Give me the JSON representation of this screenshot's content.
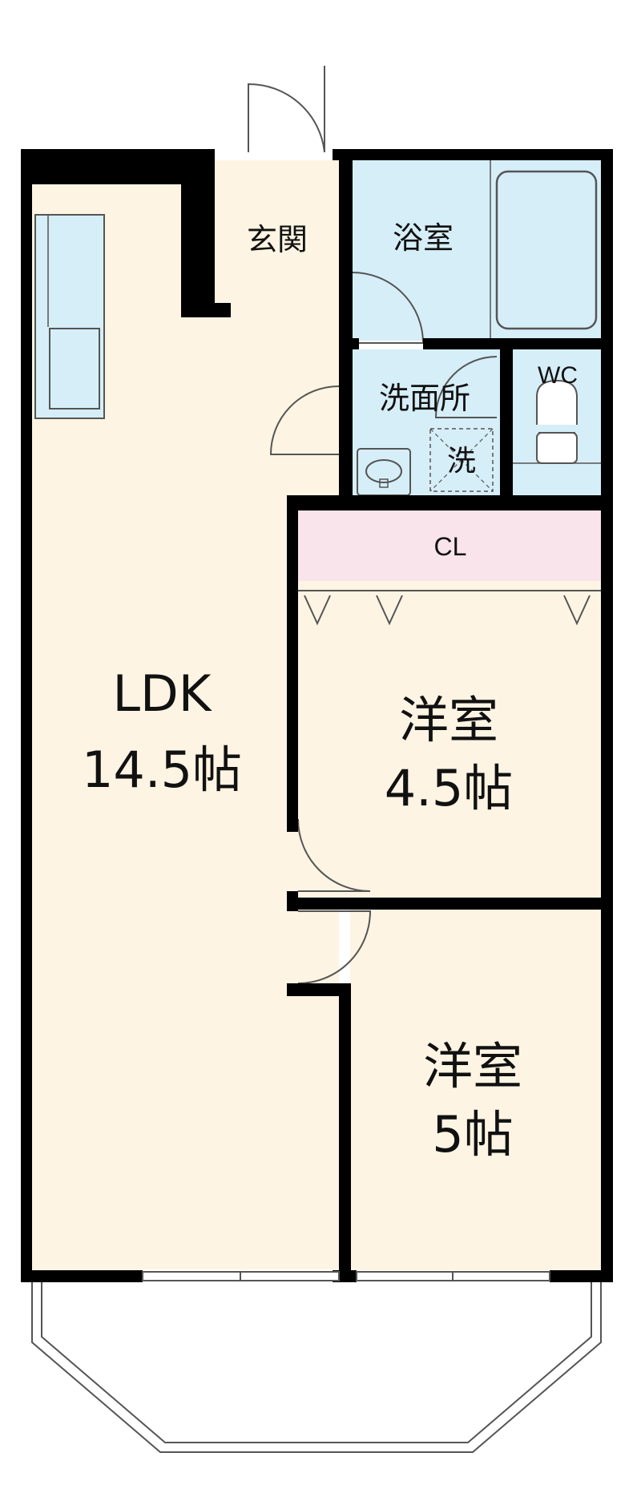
{
  "colors": {
    "wall": "#000000",
    "living_floor": "#fdf4e3",
    "wet_area": "#d6eef8",
    "closet": "#fae4ec",
    "outline": "#555555"
  },
  "rooms": {
    "entrance": "玄関",
    "bathroom": "浴室",
    "washroom": "洗面所",
    "washer": "洗",
    "toilet": "WC",
    "closet": "CL",
    "ldk": {
      "name": "LDK",
      "size": "14.5帖"
    },
    "western_room_1": {
      "name": "洋室",
      "size": "4.5帖"
    },
    "western_room_2": {
      "name": "洋室",
      "size": "5帖"
    }
  }
}
